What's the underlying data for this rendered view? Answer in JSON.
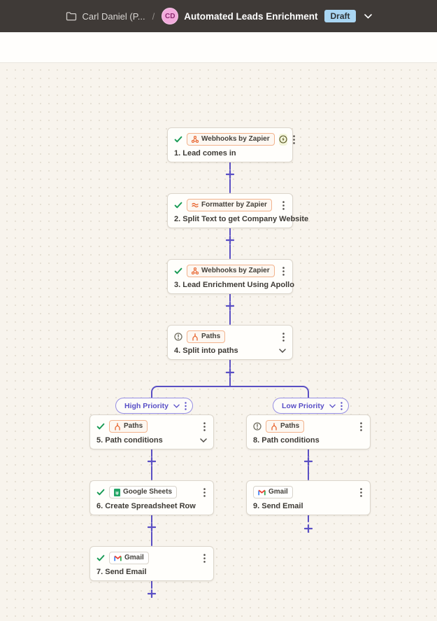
{
  "header": {
    "folder_name": "Carl Daniel (P...",
    "breadcrumb_separator": "/",
    "avatar_initials": "CD",
    "zap_title": "Automated Leads Enrichment",
    "status_badge": "Draft"
  },
  "branches": [
    {
      "label": "High Priority"
    },
    {
      "label": "Low Priority"
    }
  ],
  "nodes": [
    {
      "app": "Webhooks by Zapier",
      "title": "1. Lead comes in",
      "status": "success",
      "instant": true
    },
    {
      "app": "Formatter by Zapier",
      "title": "2. Split Text to get Company Website",
      "status": "success"
    },
    {
      "app": "Webhooks by Zapier",
      "title": "3. Lead Enrichment Using Apollo",
      "status": "success"
    },
    {
      "app": "Paths",
      "title": "4. Split into paths",
      "status": "attention",
      "expandable": true
    },
    {
      "app": "Paths",
      "title": "5. Path conditions",
      "status": "success",
      "expandable": true
    },
    {
      "app": "Google Sheets",
      "title": "6. Create Spreadsheet Row",
      "status": "success"
    },
    {
      "app": "Gmail",
      "title": "7. Send Email",
      "status": "success"
    },
    {
      "app": "Paths",
      "title": "8. Path conditions",
      "status": "attention"
    },
    {
      "app": "Gmail",
      "title": "9. Send Email",
      "status": "none"
    }
  ],
  "icons": [
    "folder-icon",
    "chevron-down-icon",
    "check-icon",
    "alert-circle-icon",
    "instant-trigger-icon",
    "kebab-menu-icon",
    "webhooks-icon",
    "formatter-icon",
    "paths-icon",
    "google-sheets-icon",
    "gmail-icon",
    "plus-icon"
  ],
  "colors": {
    "accent_purple": "#5a4fc4",
    "zapier_orange": "#e8632c",
    "success_green": "#189a54",
    "attention_olive": "#6f6d5f",
    "draft_badge_bg": "#a9d5f2",
    "header_bg": "#3f3a37",
    "canvas_bg": "#f8f4ed",
    "avatar_pink": "#f2abdc"
  }
}
